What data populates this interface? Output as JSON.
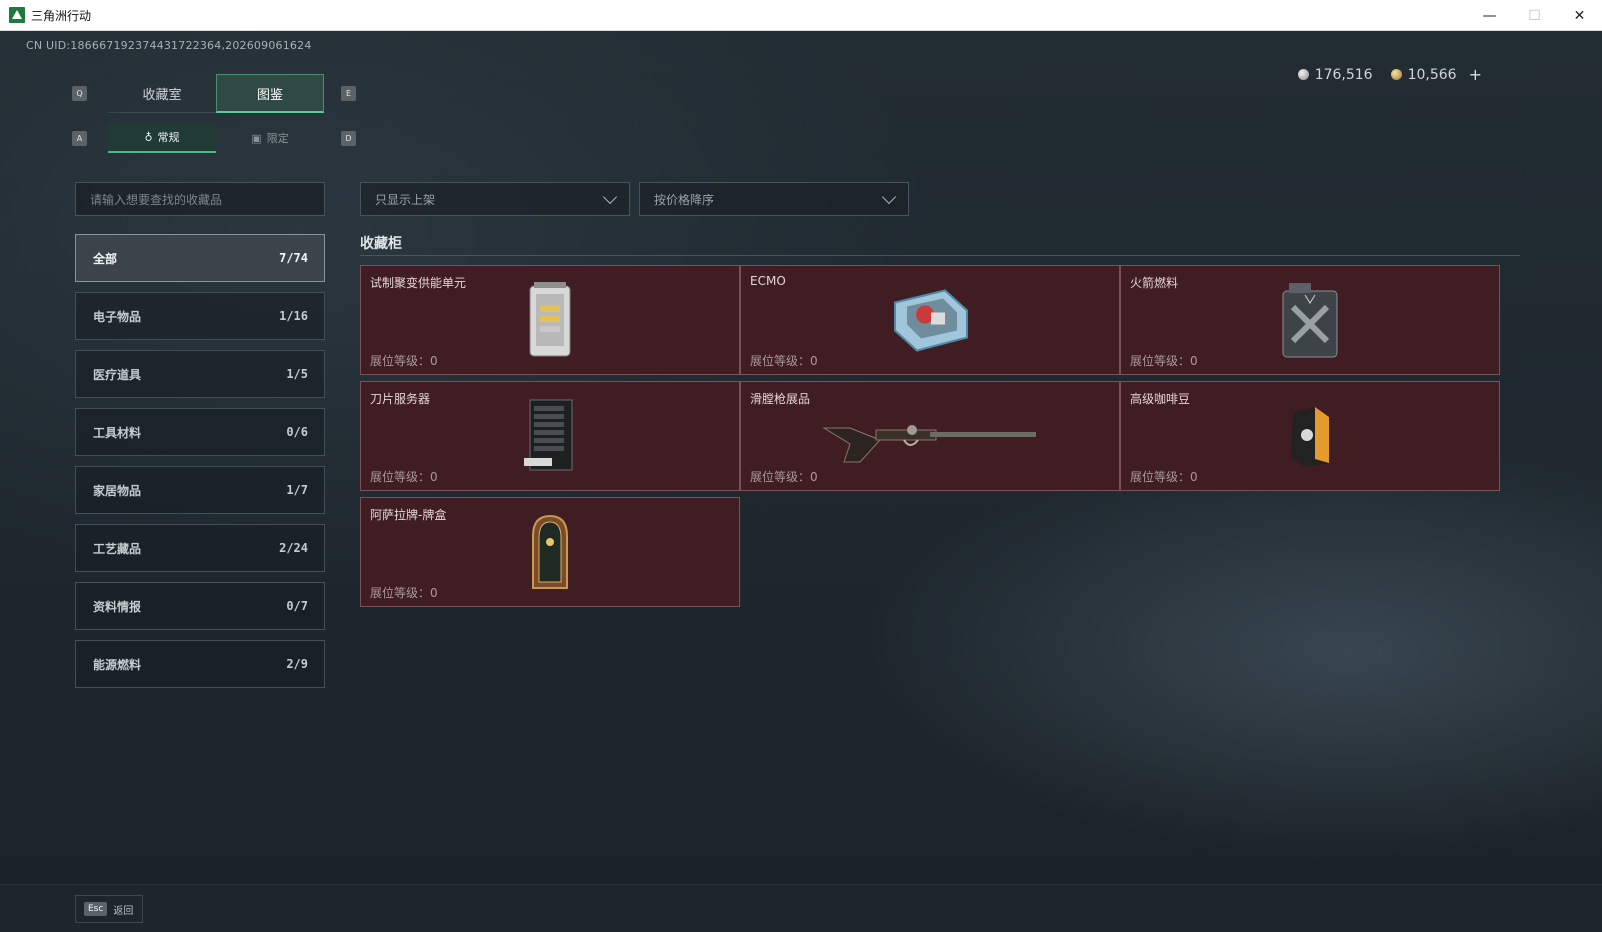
{
  "window": {
    "title": "三角洲行动",
    "min": "—",
    "max": "☐",
    "close": "✕"
  },
  "uid": "CN UID:1866671923744317223​64,202609061624",
  "currency": {
    "silver": "176,516",
    "gold": "10,566",
    "plus": "+"
  },
  "keys": {
    "q": "Q",
    "e": "E",
    "a": "A",
    "d": "D",
    "esc": "Esc"
  },
  "tabs": [
    {
      "label": "收藏室",
      "active": false
    },
    {
      "label": "图鉴",
      "active": true
    }
  ],
  "subtabs": [
    {
      "label": "常规",
      "icon": "♁",
      "active": true
    },
    {
      "label": "限定",
      "icon": "▣",
      "active": false
    }
  ],
  "search": {
    "placeholder": "请输入想要查找的收藏品"
  },
  "filters": [
    {
      "label": "只显示上架"
    },
    {
      "label": "按价格降序"
    }
  ],
  "categories": [
    {
      "label": "全部",
      "count": "7/74",
      "active": true
    },
    {
      "label": "电子物品",
      "count": "1/16"
    },
    {
      "label": "医疗道具",
      "count": "1/5"
    },
    {
      "label": "工具材料",
      "count": "0/6"
    },
    {
      "label": "家居物品",
      "count": "1/7"
    },
    {
      "label": "工艺藏品",
      "count": "2/24"
    },
    {
      "label": "资料情报",
      "count": "0/7"
    },
    {
      "label": "能源燃料",
      "count": "2/9"
    }
  ],
  "section": {
    "title": "收藏柜"
  },
  "items": [
    {
      "name": "试制聚变供能单元",
      "level": "展位等级：0",
      "icon": "fusion-unit-icon"
    },
    {
      "name": "ECMO",
      "level": "展位等级：0",
      "icon": "ecmo-machine-icon"
    },
    {
      "name": "火箭燃料",
      "level": "展位等级：0",
      "icon": "fuel-canister-icon"
    },
    {
      "name": "刀片服务器",
      "level": "展位等级：0",
      "icon": "blade-server-icon"
    },
    {
      "name": "滑膛枪展品",
      "level": "展位等级：0",
      "icon": "musket-icon"
    },
    {
      "name": "高级咖啡豆",
      "level": "展位等级：0",
      "icon": "coffee-bag-icon"
    },
    {
      "name": "阿萨拉牌-牌盒",
      "level": "展位等级：0",
      "icon": "card-box-icon"
    }
  ],
  "footer": {
    "back": "返回"
  }
}
